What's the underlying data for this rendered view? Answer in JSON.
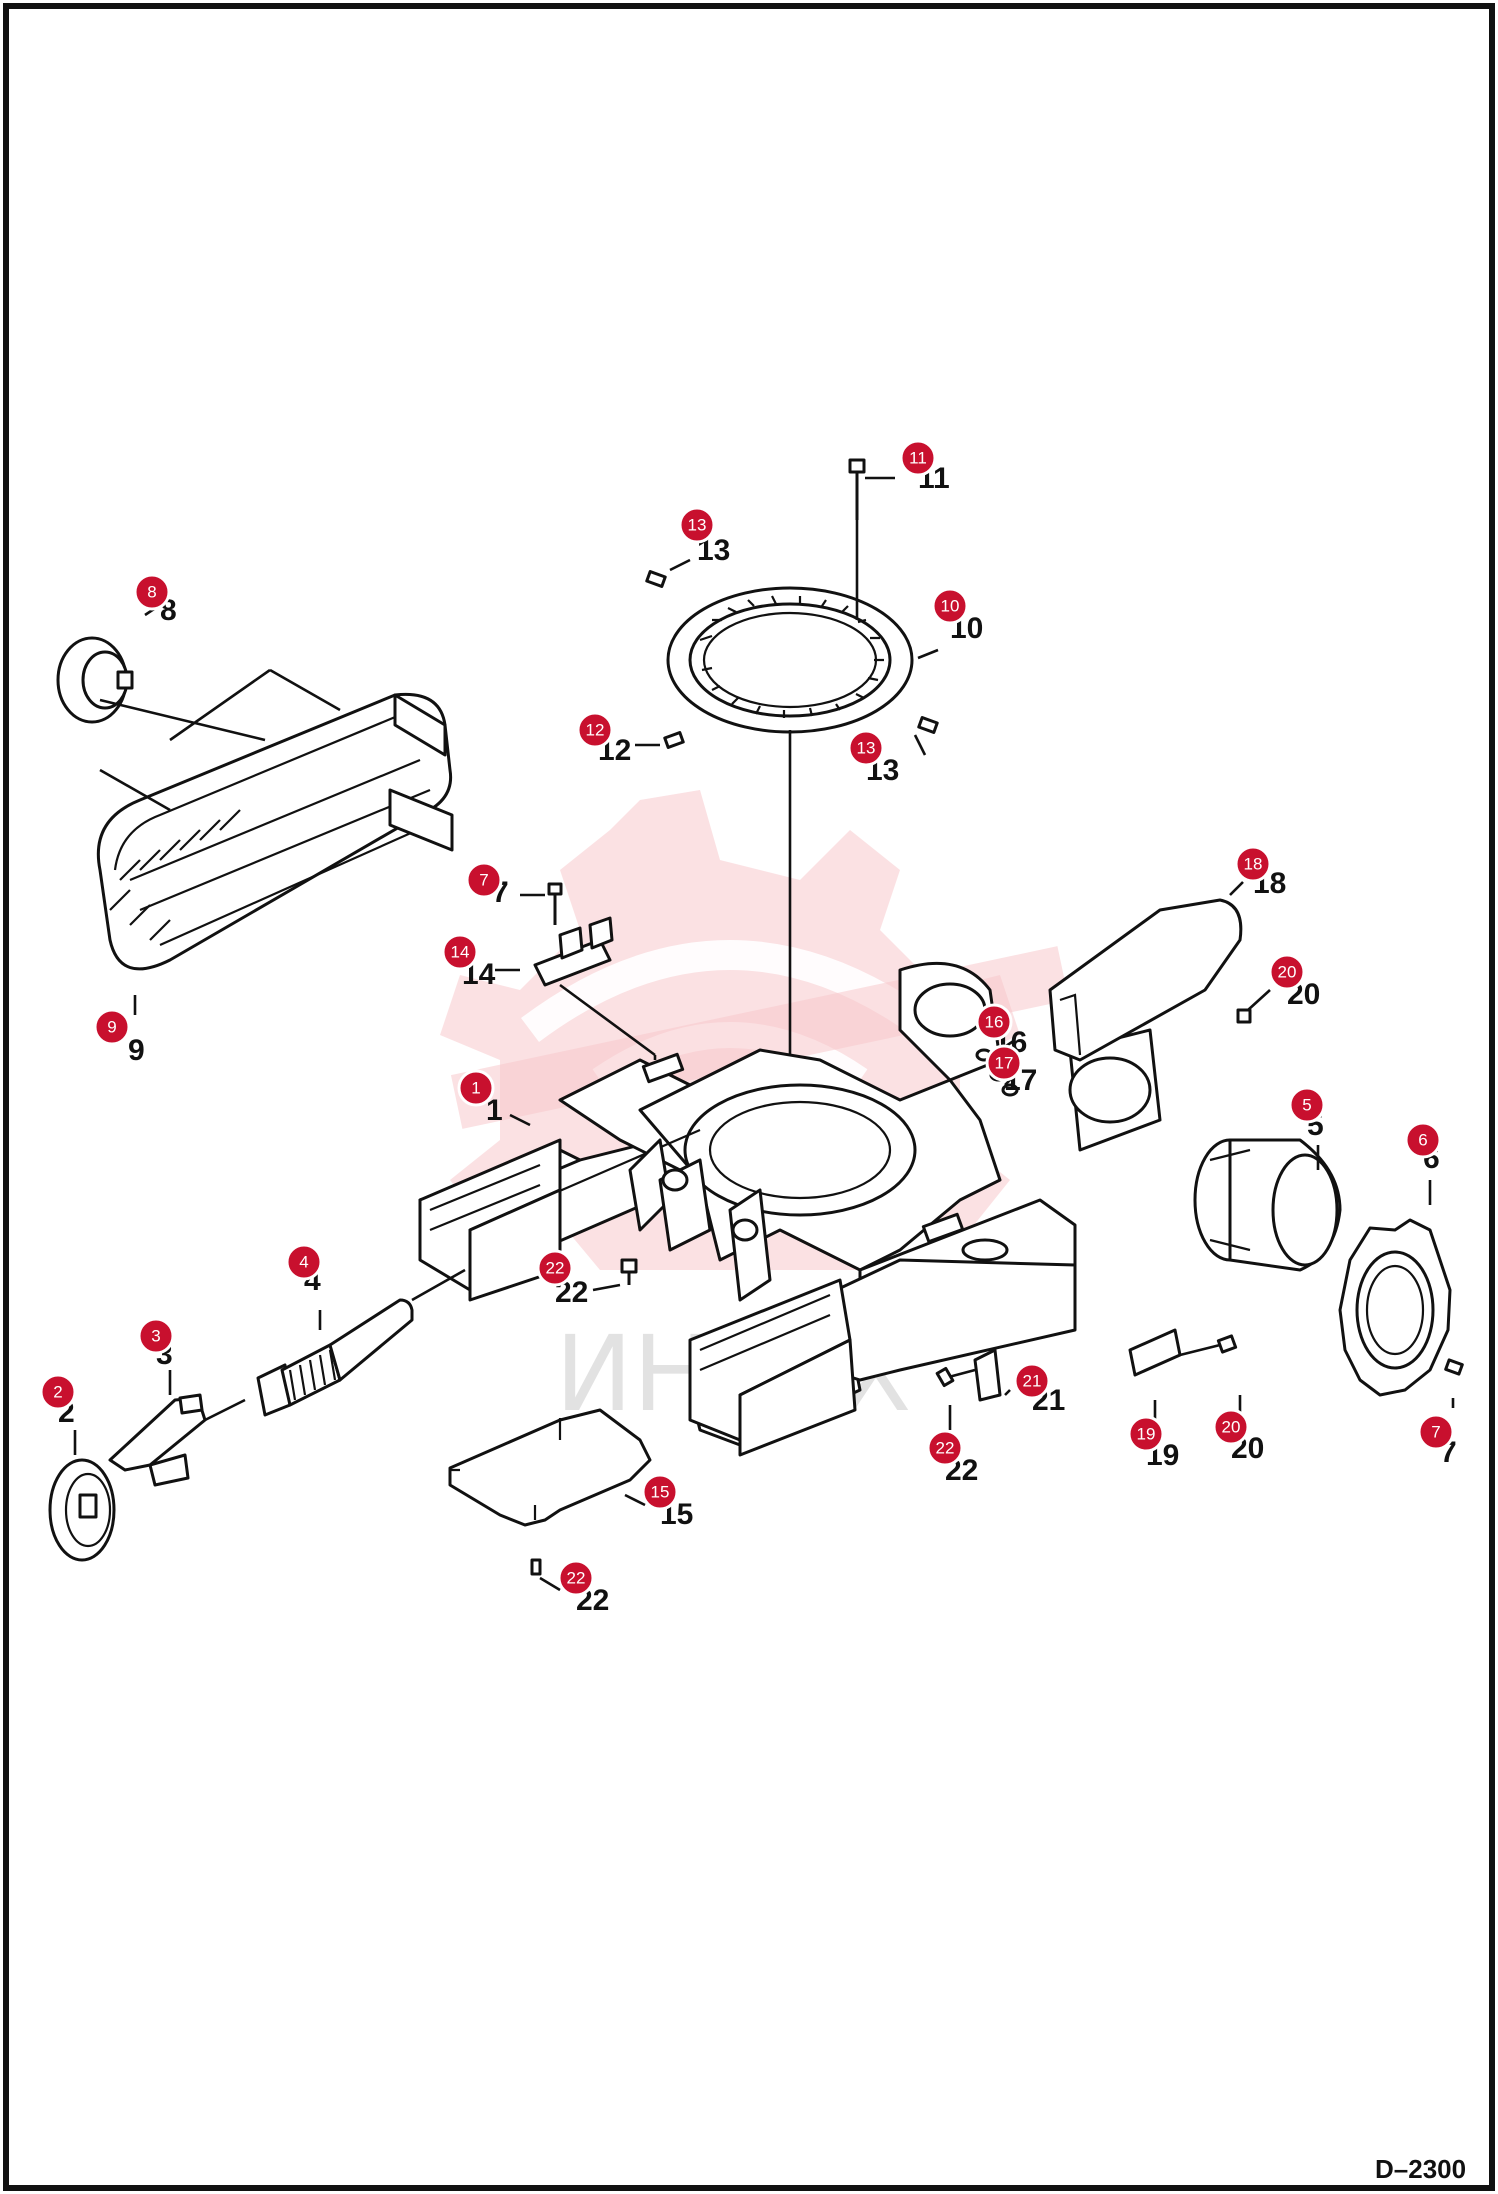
{
  "drawing_code": "D–2300",
  "watermark_text": "ИНТЕХ",
  "accent_color": "#c8102e",
  "callouts": [
    {
      "label": "1",
      "number": "1"
    },
    {
      "label": "2",
      "number": "2"
    },
    {
      "label": "3",
      "number": "3"
    },
    {
      "label": "4",
      "number": "4"
    },
    {
      "label": "5",
      "number": "5"
    },
    {
      "label": "6",
      "number": "6"
    },
    {
      "label": "7",
      "number": "7"
    },
    {
      "label": "7",
      "number": "7"
    },
    {
      "label": "7",
      "number": "7"
    },
    {
      "label": "8",
      "number": "8"
    },
    {
      "label": "9",
      "number": "9"
    },
    {
      "label": "10",
      "number": "10"
    },
    {
      "label": "11",
      "number": "11"
    },
    {
      "label": "12",
      "number": "12"
    },
    {
      "label": "13",
      "number": "13"
    },
    {
      "label": "13",
      "number": "13"
    },
    {
      "label": "14",
      "number": "14"
    },
    {
      "label": "15",
      "number": "15"
    },
    {
      "label": "16",
      "number": "16"
    },
    {
      "label": "17",
      "number": "17"
    },
    {
      "label": "18",
      "number": "18"
    },
    {
      "label": "19",
      "number": "19"
    },
    {
      "label": "20",
      "number": "20"
    },
    {
      "label": "20",
      "number": "20"
    },
    {
      "label": "21",
      "number": "21"
    },
    {
      "label": "22",
      "number": "22"
    },
    {
      "label": "22",
      "number": "22"
    },
    {
      "label": "22",
      "number": "22"
    }
  ]
}
